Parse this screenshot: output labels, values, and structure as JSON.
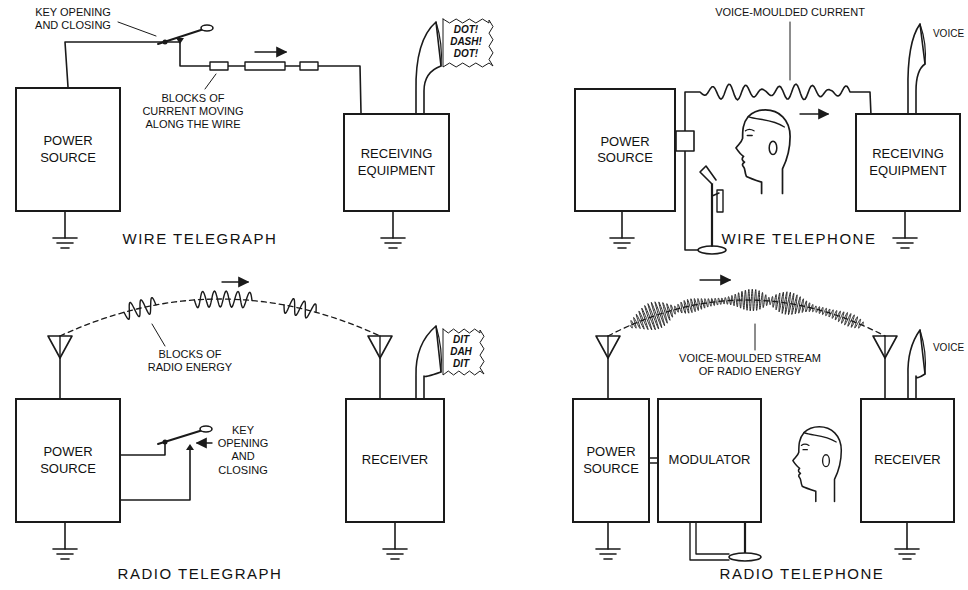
{
  "diagram": {
    "nodes": [
      {
        "text": [
          "POWER SOURCE"
        ]
      },
      {
        "text": [
          "RECEIVING EQUIPMENT"
        ]
      },
      {
        "text": [
          "POWER SOURCE"
        ]
      },
      {
        "text": [
          "RECEIVING EQUIPMENT"
        ]
      },
      {
        "text": [
          "POWER SOURCE"
        ]
      },
      {
        "text": [
          "RECEIVER"
        ]
      },
      {
        "text": [
          "POWER SOURCE"
        ]
      },
      {
        "text": [
          "MODULATOR"
        ]
      },
      {
        "text": [
          "RECEIVER"
        ]
      }
    ],
    "edges": [
      {
        "from": 0,
        "to": 1,
        "arrow": "none"
      },
      {
        "from": 2,
        "to": 3,
        "arrow": "none"
      },
      {
        "from": 6,
        "to": 7,
        "arrow": "none"
      }
    ],
    "labels": [
      "KEY OPENING AND CLOSING",
      "DOT! DASH! DOT!",
      "BLOCKS OF CURRENT MOVING ALONG THE WIRE",
      "WIRE TELEGRAPH",
      "VOICE-MOULDED CURRENT",
      "VOICE",
      "WIRE TELEPHONE",
      "BLOCKS OF RADIO ENERGY",
      "DIT DAH DIT",
      "KEY OPENING AND CLOSING",
      "RADIO TELEGRAPH",
      "VOICE-MOULDED STREAM OF RADIO ENERGY",
      "VOICE",
      "RADIO TELEPHONE"
    ]
  }
}
